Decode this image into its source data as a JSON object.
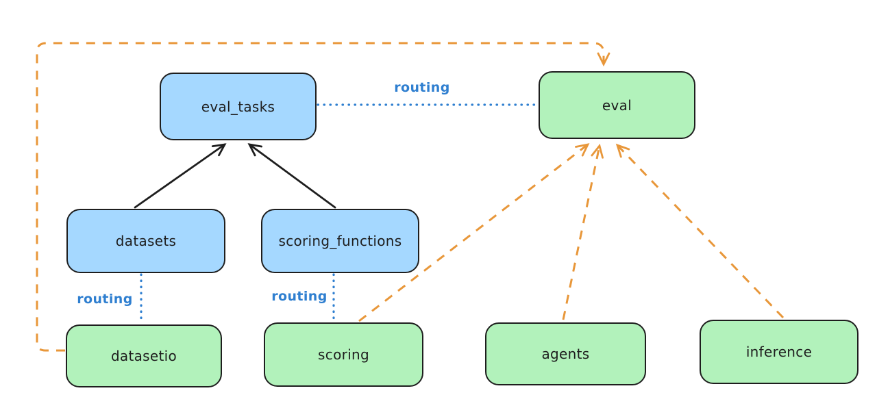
{
  "diagram": {
    "nodes": {
      "eval_tasks": {
        "label": "eval_tasks",
        "color": "blue"
      },
      "eval": {
        "label": "eval",
        "color": "green"
      },
      "datasets": {
        "label": "datasets",
        "color": "blue"
      },
      "scoring_functions": {
        "label": "scoring_functions",
        "color": "blue"
      },
      "datasetio": {
        "label": "datasetio",
        "color": "green"
      },
      "scoring": {
        "label": "scoring",
        "color": "green"
      },
      "agents": {
        "label": "agents",
        "color": "green"
      },
      "inference": {
        "label": "inference",
        "color": "green"
      }
    },
    "edges": {
      "eval_tasks_to_eval": {
        "label": "routing",
        "style": "blue-dotted"
      },
      "datasets_to_datasetio": {
        "label": "routing",
        "style": "blue-dotted"
      },
      "scoring_functions_to_scoring": {
        "label": "routing",
        "style": "blue-dotted"
      },
      "datasets_to_eval_tasks": {
        "style": "black-solid-arrow"
      },
      "scoring_functions_to_eval_tasks": {
        "style": "black-solid-arrow"
      },
      "datasetio_to_eval": {
        "style": "orange-dashed-arrow"
      },
      "scoring_to_eval": {
        "style": "orange-dashed-arrow"
      },
      "agents_to_eval": {
        "style": "orange-dashed-arrow"
      },
      "inference_to_eval": {
        "style": "orange-dashed-arrow"
      }
    }
  },
  "colors": {
    "node_blue_fill": "#a5d8ff",
    "node_green_fill": "#b2f2bb",
    "node_stroke": "#1e1e1e",
    "routing_blue": "#2f7fd0",
    "arrow_orange": "#e8973a",
    "arrow_black": "#1e1e1e",
    "canvas_bg": "#ffffff"
  }
}
